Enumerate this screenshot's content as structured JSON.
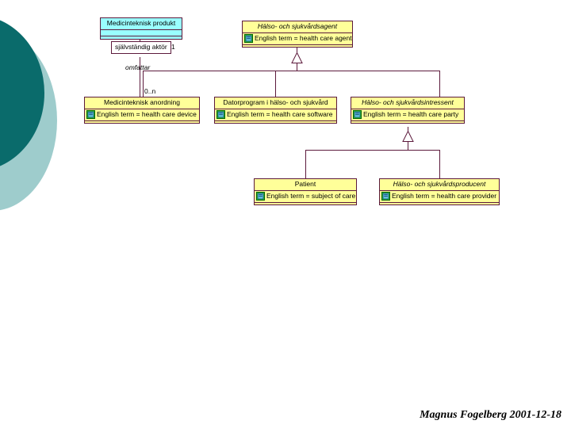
{
  "diagram": {
    "title_footer": "Magnus Fogelberg 2001-12-18",
    "icon_name": "note-icon",
    "colors": {
      "class_yellow": "#ffff99",
      "class_cyan": "#99ffff",
      "line": "#5c1a3c",
      "deco_dark": "#0a6b6b",
      "deco_light": "#9ecccc"
    },
    "classes": [
      {
        "id": "medicinteknisk-produkt",
        "name": "Medicinteknisk produkt",
        "attribute": "",
        "fill": "cyan",
        "italic": false
      },
      {
        "id": "halso-och-sjukvardsagent",
        "name": "Hälso- och sjukvårdsagent",
        "attribute": "English term = health care agent",
        "fill": "yellow",
        "italic": true
      },
      {
        "id": "medicinteknisk-anordning",
        "name": "Medicinteknisk anordning",
        "attribute": "English term = health care device",
        "fill": "yellow",
        "italic": false
      },
      {
        "id": "datorprogram-i-halso-och-sjukvard",
        "name": "Datorprogram i hälso- och sjukvård",
        "attribute": "English term = health care software",
        "fill": "yellow",
        "italic": false
      },
      {
        "id": "halso-och-sjukvardsintressent",
        "name": "Hälso- och sjukvårdsintressent",
        "attribute": "English term = health care party",
        "fill": "yellow",
        "italic": true
      },
      {
        "id": "patient",
        "name": "Patient",
        "attribute": "English term = subject of care",
        "fill": "yellow",
        "italic": false
      },
      {
        "id": "halso-och-sjukvardsproducent",
        "name": "Hälso- och sjukvårdsproducent",
        "attribute": "English term = health care provider",
        "fill": "yellow",
        "italic": true
      }
    ],
    "association": {
      "role_label": "självständig aktör",
      "multiplicity_source": "1",
      "name": "omfattar",
      "multiplicity_target": "0..n"
    }
  }
}
